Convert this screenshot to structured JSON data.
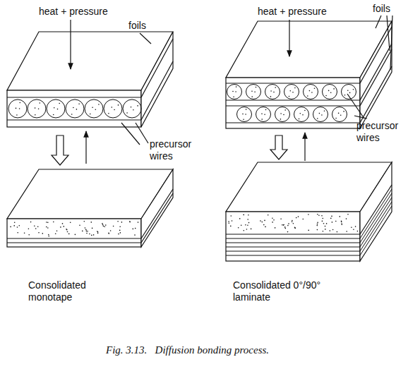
{
  "diagram": {
    "caption": "Fig. 3.13.   Diffusion bonding process.",
    "labels": [
      "heat + pressure",
      "foils",
      "precursor wires",
      "Consolidated monotape",
      "heat + pressure",
      "foils",
      "precursor wires",
      "Consolidated 0°/90° laminate"
    ]
  }
}
